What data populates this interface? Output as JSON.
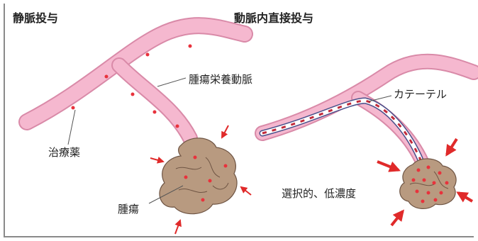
{
  "panels": {
    "left": {
      "title": "静脈投与",
      "labels": {
        "feeding_artery": "腫瘍栄養動脈",
        "drug": "治療薬",
        "tumor": "腫瘍"
      }
    },
    "right": {
      "title": "動脈内直接投与",
      "labels": {
        "catheter": "カテーテル",
        "selective": "選択的、低濃度"
      }
    }
  },
  "colors": {
    "vessel": "#f5b8cf",
    "vessel_edge": "#d98aa8",
    "tumor": "#b89a80",
    "tumor_edge": "#6e5443",
    "drug_dot": "#e8323c",
    "arrow": "#e02a2a",
    "catheter_fill": "#ffffff",
    "catheter_edge": "#4a4f8a",
    "catheter_dash": "#c22a3a"
  }
}
